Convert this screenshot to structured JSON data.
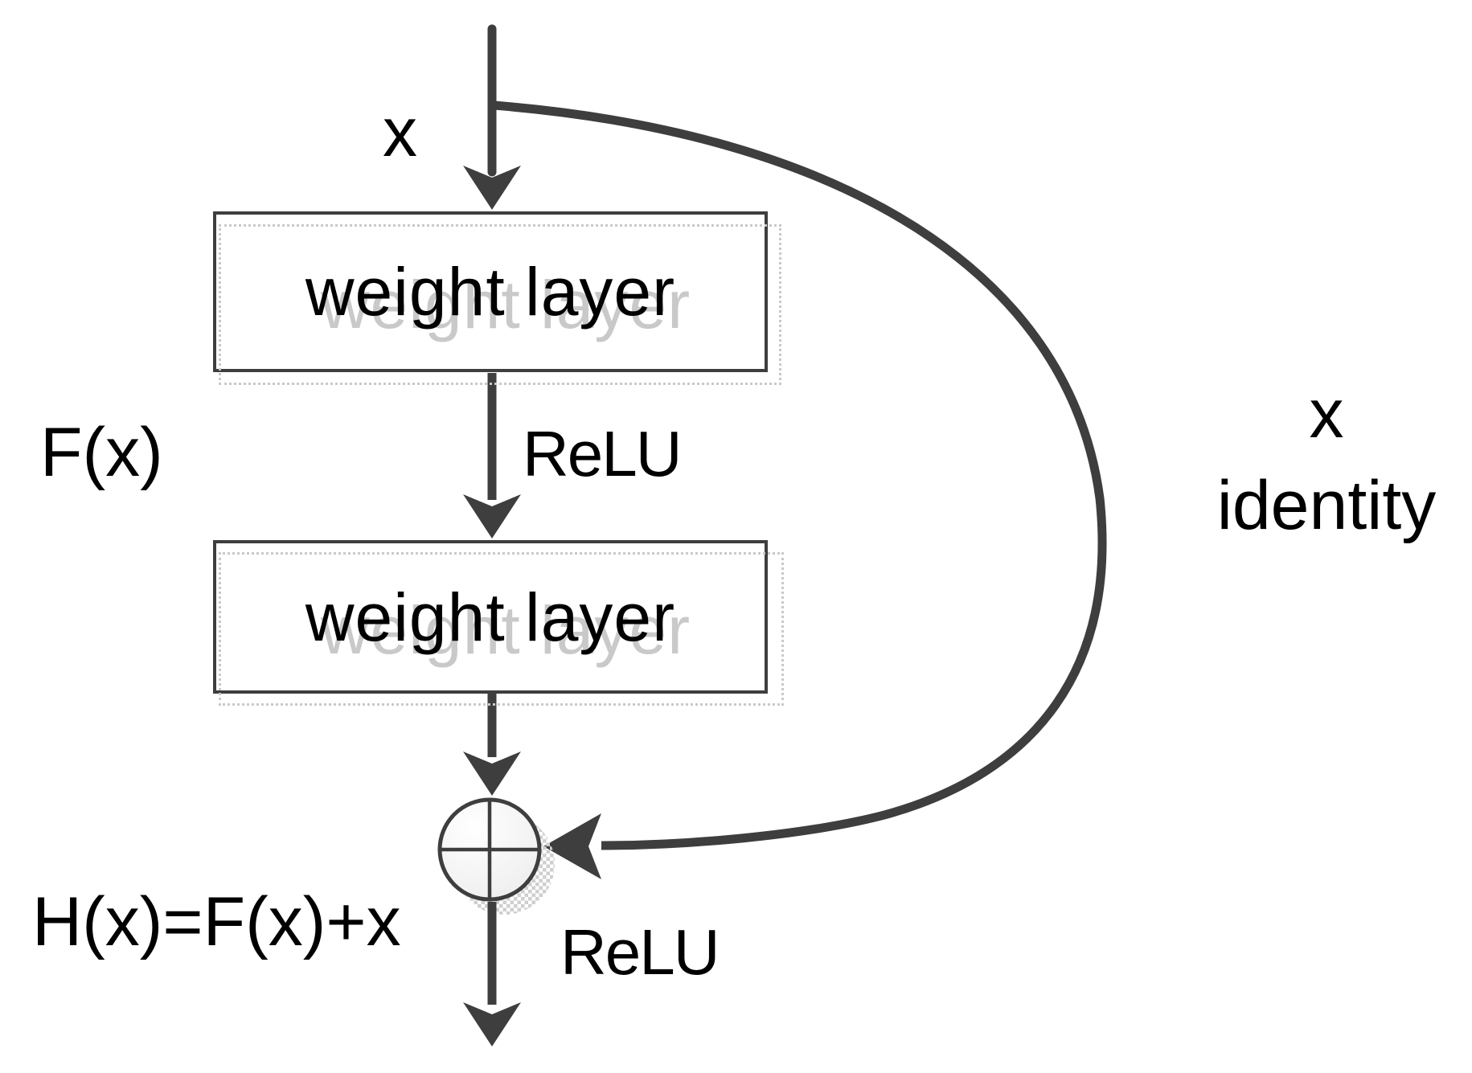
{
  "figure": {
    "colors": {
      "background": "#ffffff",
      "stroke": "#3e3e3e",
      "text": "#000000",
      "ghost": "#c9c9c9"
    },
    "labels": {
      "input": "x",
      "weight_layer_top": "weight layer",
      "weight_layer_bottom": "weight layer",
      "relu_middle": "ReLU",
      "relu_output": "ReLU",
      "residual_function": "F(x)",
      "output_equation": "H(x)=F(x)+x",
      "skip_x": "x",
      "skip_identity": "identity"
    }
  }
}
